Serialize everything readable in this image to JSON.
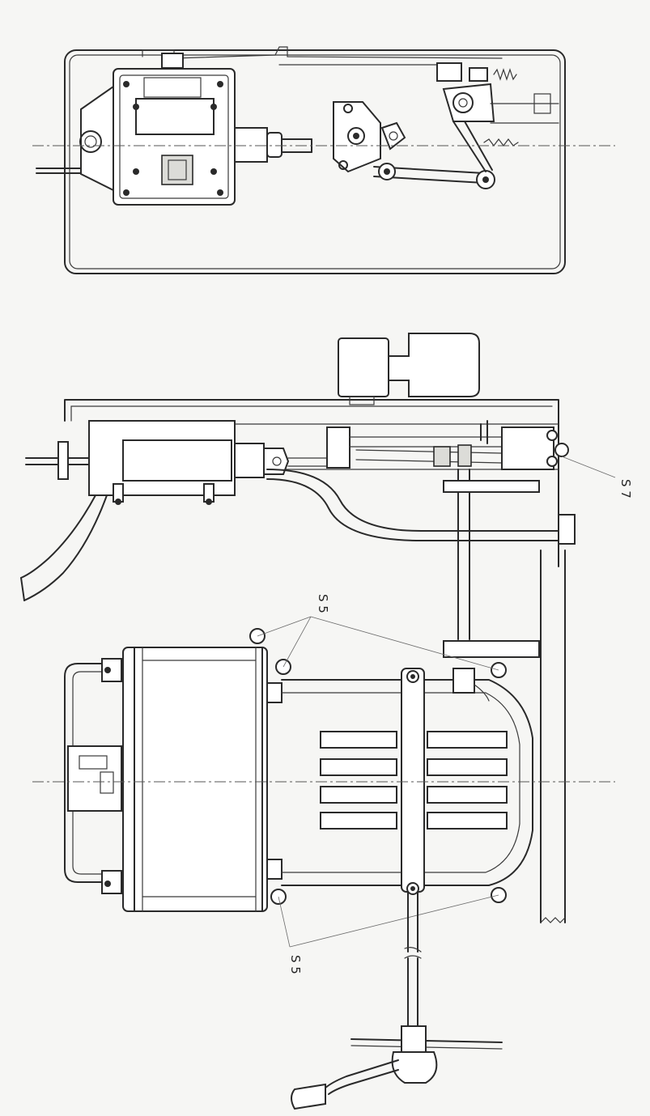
{
  "labels": {
    "s7": "S 7",
    "s5_top": "S 5",
    "s5_bottom": "S 5"
  }
}
